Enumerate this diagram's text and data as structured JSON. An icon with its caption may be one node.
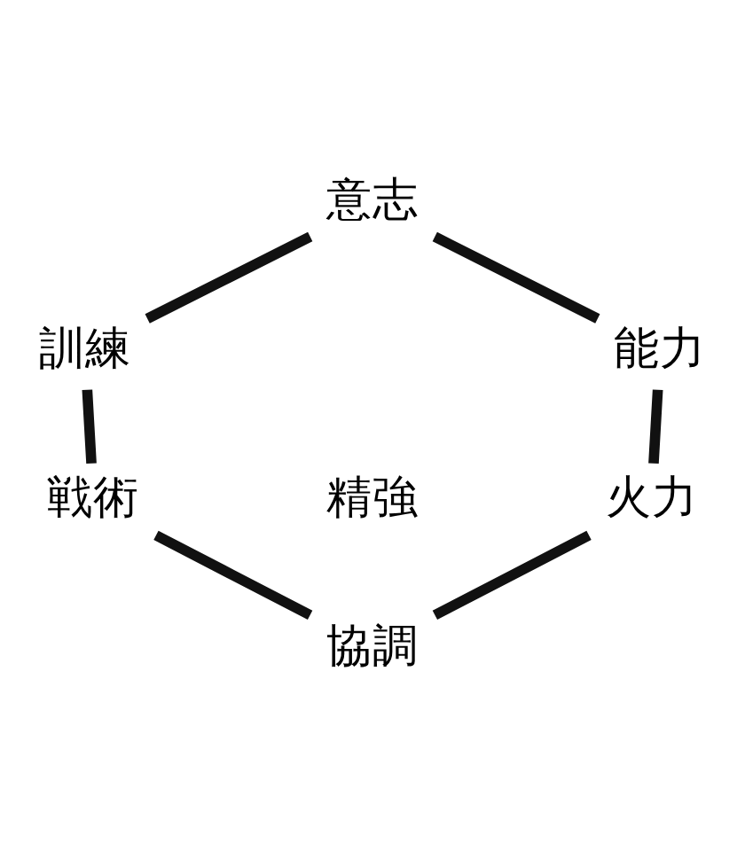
{
  "diagram": {
    "nodes": [
      {
        "text": [
          "意志"
        ]
      },
      {
        "text": [
          "能力"
        ]
      },
      {
        "text": [
          "訓練"
        ]
      },
      {
        "text": [
          "精強"
        ]
      },
      {
        "text": [
          "火力"
        ]
      },
      {
        "text": [
          "戦術"
        ]
      },
      {
        "text": [
          "協調"
        ]
      }
    ],
    "edges": [
      {
        "from": 0,
        "to": 2,
        "arrow": "none"
      },
      {
        "from": 2,
        "to": 5,
        "arrow": "none"
      },
      {
        "from": 5,
        "to": 6,
        "arrow": "none"
      },
      {
        "from": 6,
        "to": 4,
        "arrow": "none"
      },
      {
        "from": 4,
        "to": 1,
        "arrow": "none"
      },
      {
        "from": 1,
        "to": 0,
        "arrow": "none"
      }
    ]
  }
}
